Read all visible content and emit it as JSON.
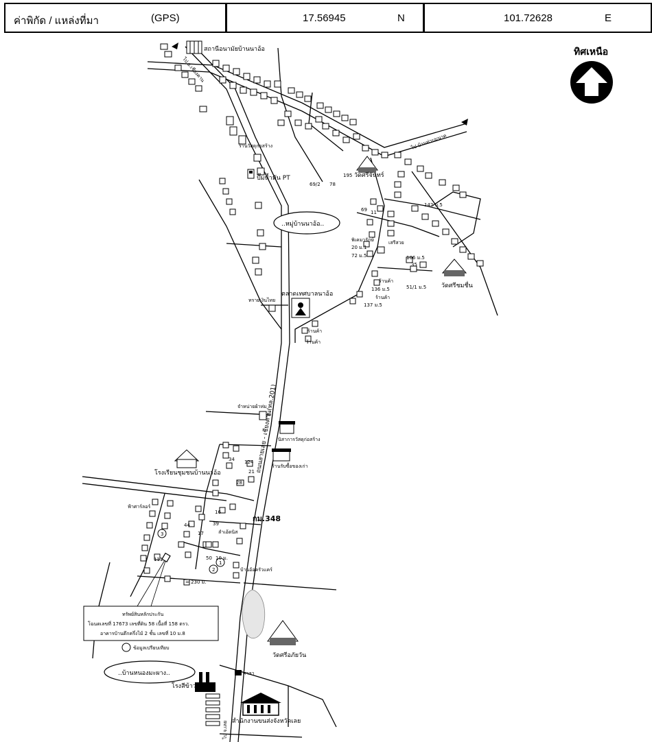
{
  "header": {
    "label": "ค่าพิกัด / แหล่งที่มา",
    "source": "(GPS)",
    "latitude": "17.56945",
    "lat_dir": "N",
    "longitude": "101.72628",
    "lon_dir": "E"
  },
  "north": {
    "label": "ทิศเหนือ"
  },
  "places": {
    "health_station": "สถานีอนามัยบ้านนาอ้อ",
    "hardware_store_top": "ร้านวัสดุก่อสร้าง",
    "pt_station": "ปั๊มน้ำมัน PT",
    "wat_sichan": "วัดศรีจันทร์",
    "village_na_o": "..หมู่บ้านนาอ้อ..",
    "municipal_market": "ตลาดเทศบาลนาอ้อ",
    "wat_sichomchuen": "วัดศรีชมชื่น",
    "bank": "ทรายเงินไทย",
    "shop_a": "ร้านค้า",
    "shop_b": "ร้านค้า",
    "shop_c": "ร้านค้า",
    "shop_d": "ร้านค้า",
    "cloth_seller": "จำหน่ายผ้าห่ม",
    "plant_hardware": "นิสาการวัสดุก่อสร้าง",
    "gold_shop": "ร้านรับซื้อของเก่า",
    "school": "โรงเรียนชุมชนบ้านนาอ้อ",
    "wat_siphaiwan": "วัดศรีอภัยวัน",
    "village_nongmaphang": "..บ้านหนองมะผาง..",
    "rice_mill": "โรงสีข้าว",
    "sala": "ศาลา",
    "transport_office": "สำนักงานขนส่งจังหวัดเลย",
    "km": "กม.348",
    "road_to_chiangkhan": "ไป อ.เชียงคาน",
    "road_to_loei": "ไป จ.เลย",
    "road_main": "ถนนสายเลย - เชียงคาน(ทล.201)",
    "road_north": "ไป บ้านท่าบมนาค",
    "water_shop": "พิเคมารักษ์",
    "sawai_shop": "เสรีสวย",
    "house_shop": "บ้านอ้อครัวแคร์",
    "siam_shop": "ลำเอ้ดนิส",
    "farm_shop": "ฟ้าศาร์ลอร์"
  },
  "numbers": {
    "n195": "195",
    "n69_2": "69/2",
    "n78": "78",
    "n69": "69",
    "n11": "11",
    "n142": "142 ม.5",
    "n20": "20 ม.1",
    "n72": "72 ม.5",
    "n106": "106 ม.5",
    "n35": "35",
    "n136": "136 ม.5",
    "n51": "51/1 ม.5",
    "n137": "137 ม.5",
    "n34": "34",
    "n124": "124",
    "n21": "21",
    "n28": "28",
    "n16": "16",
    "n39": "39",
    "n44": "44",
    "n17": "17",
    "n111": "111",
    "n50": "50",
    "n1": "1",
    "n2": "2",
    "n3": "3",
    "dist": "= 230 ม.",
    "tm": "10 ม."
  },
  "collateral": {
    "title": "ทรัพย์สินหลักประกัน",
    "line1": "โฉนดเลขที่ 17673 เลขที่ดิน 58 เนื้อที่ 158 ตรว.",
    "line2": "อาคารบ้านตึกครึ่งไม้ 2 ชั้น เลขที่ 10 ม.8"
  },
  "legend": {
    "compare": "ข้อมูลเปรียบเทียบ"
  }
}
